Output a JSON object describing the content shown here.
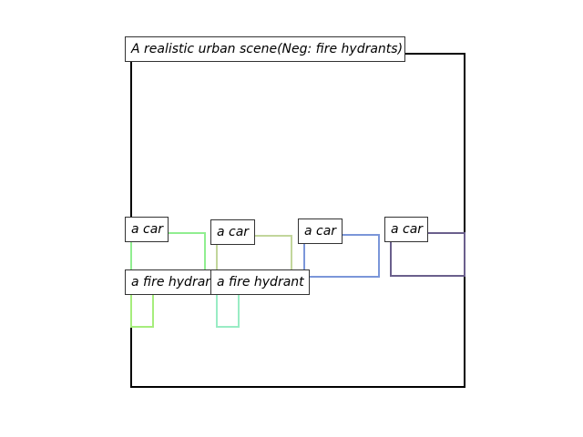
{
  "figure": {
    "title": "A realistic urban scene(Neg: fire hydrants)",
    "frame_color": "#000000"
  },
  "boxes": [
    {
      "label": "a car",
      "color": "#90ee90"
    },
    {
      "label": "a car",
      "color": "#c2d69b"
    },
    {
      "label": "a car",
      "color": "#7b96d9"
    },
    {
      "label": "a car",
      "color": "#6a5f8c"
    },
    {
      "label": "a fire hydrant",
      "color": "#a6ed7c"
    },
    {
      "label": "a fire hydrant",
      "color": "#99ecc4"
    }
  ]
}
